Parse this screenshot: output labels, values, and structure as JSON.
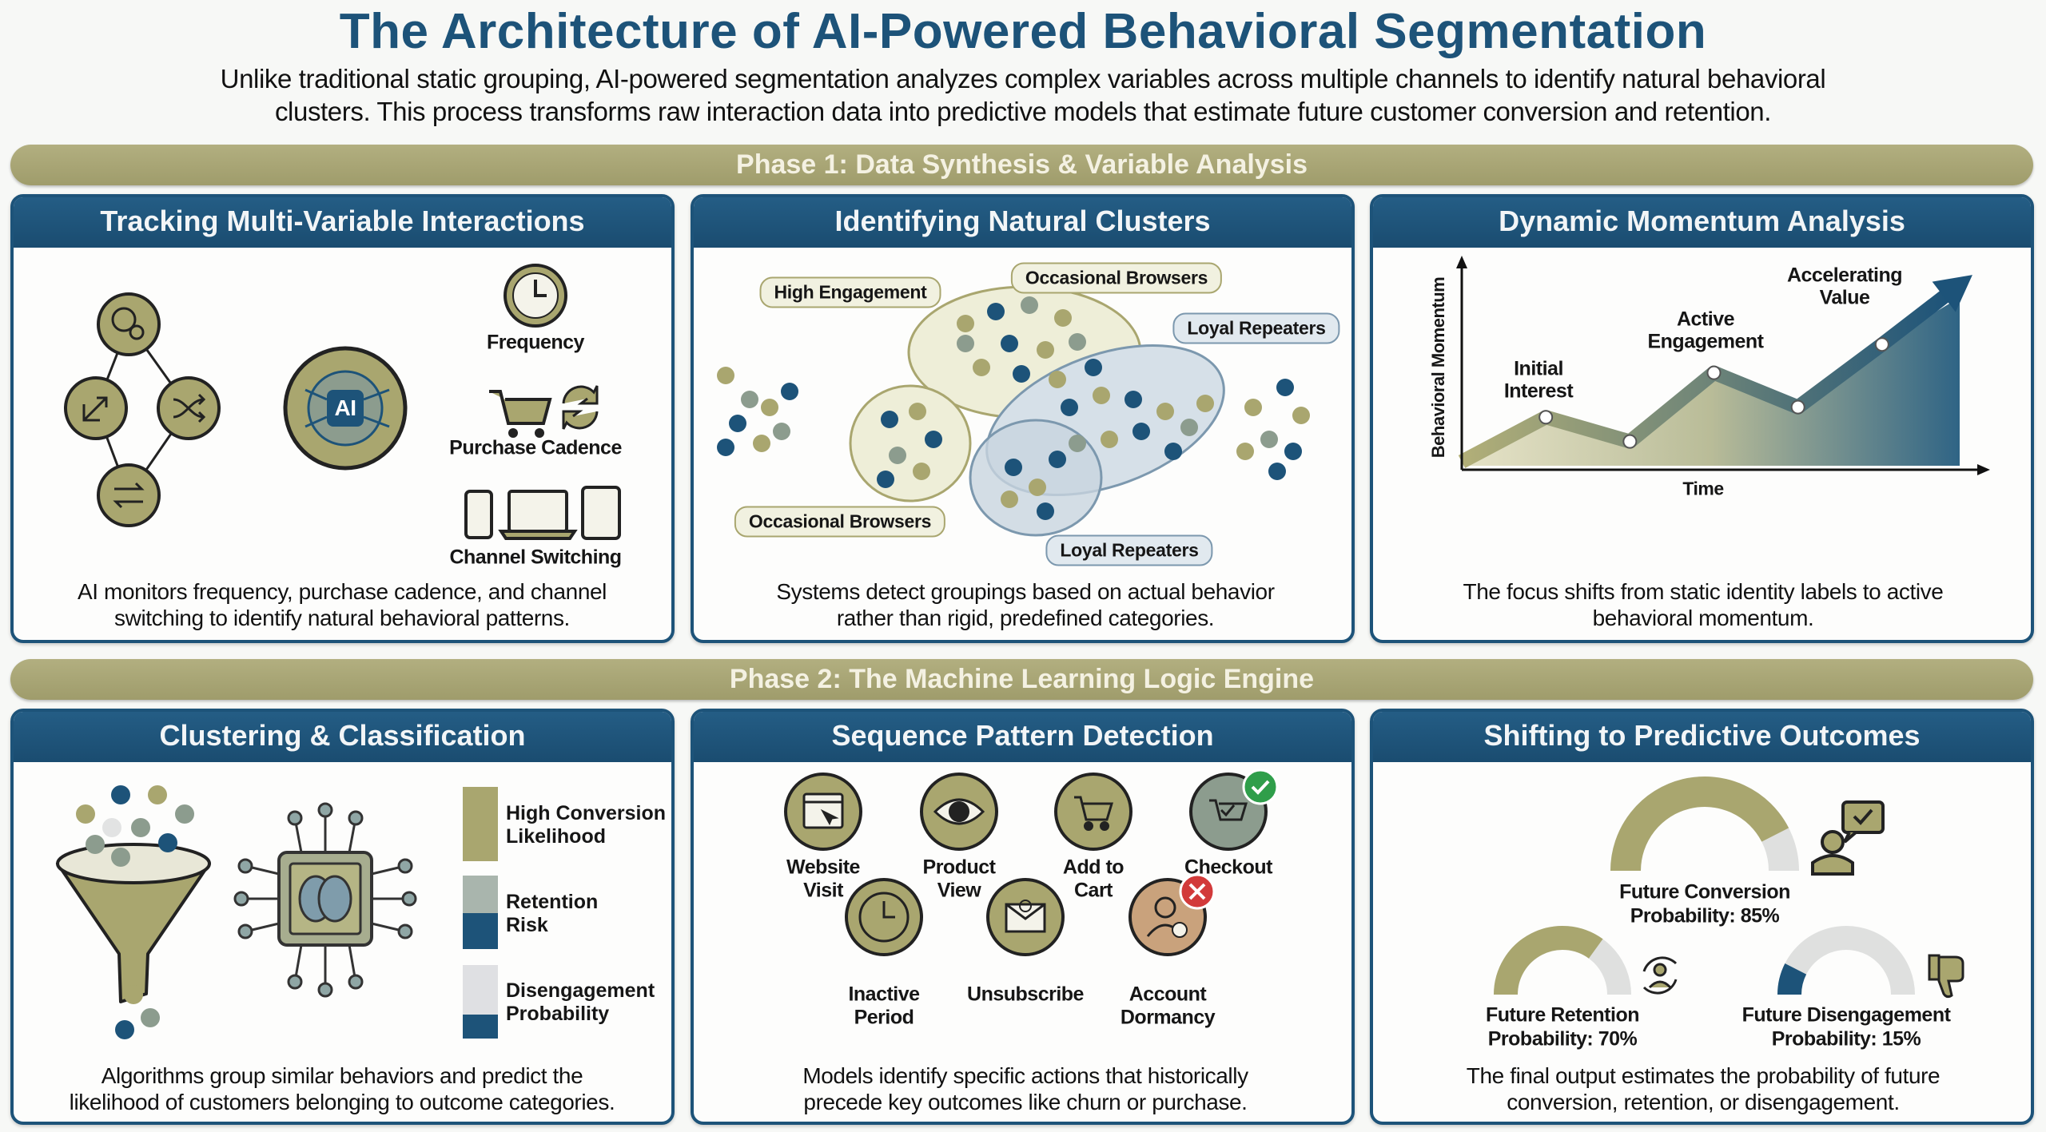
{
  "title": "The Architecture of AI-Powered Behavioral Segmentation",
  "subtitle": [
    "Unlike traditional static grouping, AI-powered segmentation analyzes complex variables across multiple channels to identify natural behavioral",
    "clusters. This process transforms raw interaction data into predictive models that estimate future customer conversion and retention."
  ],
  "colors": {
    "navy": "#1d5379",
    "olive": "#a9a66f",
    "sage": "#8c9c8e",
    "light_gray": "#dfe0df"
  },
  "phase1": {
    "label": "Phase 1: Data Synthesis & Variable Analysis",
    "card1": {
      "title": "Tracking Multi-Variable Interactions",
      "icons": [
        "clock-icon",
        "cart-icon",
        "swap-arrows-icon",
        "devices-icon",
        "ai-chip-icon"
      ],
      "ai_label": "AI",
      "labels": [
        "Frequency",
        "Purchase Cadence",
        "Channel Switching"
      ],
      "caption": [
        "AI monitors frequency, purchase cadence, and channel",
        "switching to identify natural behavioral patterns."
      ]
    },
    "card2": {
      "title": "Identifying Natural Clusters",
      "clusters": [
        "High Engagement",
        "Occasional Browsers",
        "Loyal Repeaters",
        "Occasional Browsers",
        "Loyal Repeaters"
      ],
      "caption": [
        "Systems detect groupings based on actual behavior",
        "rather than rigid, predefined categories."
      ]
    },
    "card3": {
      "title": "Dynamic Momentum Analysis",
      "ylabel": "Behavioral Momentum",
      "xlabel": "Time",
      "annotations": [
        [
          "Initial",
          "Interest"
        ],
        [
          "Active",
          "Engagement"
        ],
        [
          "Accelerating",
          "Value"
        ]
      ],
      "caption": [
        "The focus shifts from static identity labels to active",
        "behavioral momentum."
      ]
    }
  },
  "chart_data": {
    "type": "area",
    "xlabel": "Time",
    "ylabel": "Behavioral Momentum",
    "x": [
      0,
      1,
      2,
      3,
      4,
      5,
      6
    ],
    "values": [
      2,
      24,
      12,
      46,
      29,
      60,
      92
    ],
    "ylim": [
      0,
      100
    ],
    "grid": false,
    "annotations": [
      "Initial Interest",
      "Active Engagement",
      "Accelerating Value"
    ]
  },
  "phase2": {
    "label": "Phase 2: The Machine Learning Logic Engine",
    "card4": {
      "title": "Clustering & Classification",
      "legend": [
        [
          "High Conversion",
          "Likelihood"
        ],
        [
          "Retention",
          "Risk"
        ],
        [
          "Disengagement",
          "Probability"
        ]
      ],
      "caption": [
        "Algorithms group similar behaviors and predict the",
        "likelihood of customers belonging to outcome categories."
      ]
    },
    "card5": {
      "title": "Sequence Pattern Detection",
      "steps_top": [
        [
          "Website",
          "Visit"
        ],
        [
          "Product",
          "View"
        ],
        [
          "Add to",
          "Cart"
        ],
        [
          "Checkout",
          ""
        ]
      ],
      "steps_bottom": [
        [
          "Inactive",
          "Period"
        ],
        [
          "Unsubscribe",
          ""
        ],
        [
          "Account",
          "Dormancy"
        ]
      ],
      "caption": [
        "Models identify specific actions that historically",
        "precede key outcomes like churn or purchase."
      ]
    },
    "card6": {
      "title": "Shifting to Predictive Outcomes",
      "gauges": [
        {
          "label": "Future Conversion",
          "value_text": "Probability: 85%",
          "value": 85,
          "color": "#a9a66f"
        },
        {
          "label": "Future Retention",
          "value_text": "Probability: 70%",
          "value": 70,
          "color": "#a9a66f"
        },
        {
          "label": "Future Disengagement",
          "value_text": "Probability: 15%",
          "value": 15,
          "color": "#1d5379"
        }
      ],
      "caption": [
        "The final output estimates the probability of future",
        "conversion, retention, or disengagement."
      ]
    }
  }
}
